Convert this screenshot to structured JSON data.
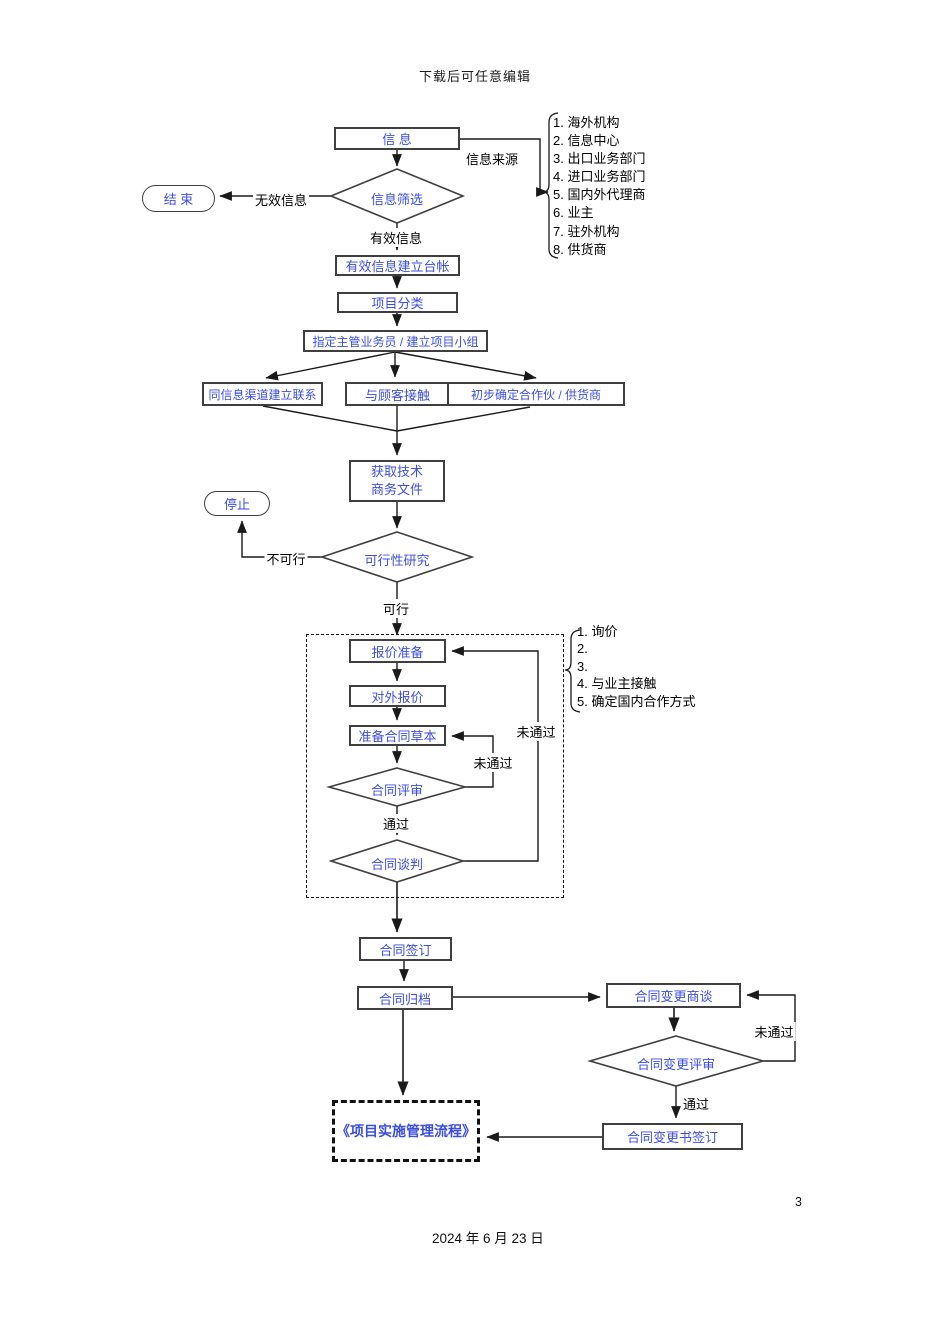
{
  "page": {
    "header": "下载后可任意编辑",
    "footer_date": "2024 年 6 月 23 日",
    "page_number": "3"
  },
  "colors": {
    "node_text": "#3b4ee0",
    "node_border": "#3f3f3f",
    "wire": "#1a1a1a",
    "background": "#ffffff"
  },
  "flow": {
    "info": "信  息",
    "info_source_label": "信息来源",
    "sources": [
      "1. 海外机构",
      "2. 信息中心",
      "3. 出口业务部门",
      "4. 进口业务部门",
      "5. 国内外代理商",
      "6. 业主",
      "7. 驻外机构",
      "8. 供货商"
    ],
    "screen": "信息筛选",
    "end": "结  束",
    "invalid": "无效信息",
    "valid": "有效信息",
    "ledger": "有效信息建立台帐",
    "classify": "项目分类",
    "assign": "指定主管业务员 / 建立项目小组",
    "channel": "同信息渠道建立联系",
    "customer": "与顾客接触",
    "partner": "初步确定合作伙 / 供货商",
    "obtain_line1": "获取技术",
    "obtain_line2": "商务文件",
    "stop": "停止",
    "infeasible": "不可行",
    "feasibility": "可行性研究",
    "feasible": "可行",
    "quote_prep": "报价准备",
    "quote_out": "对外报价",
    "draft": "准备合同草本",
    "review": "合同评审",
    "pass": "通过",
    "fail_inner": "未通过",
    "fail_outer": "未通过",
    "negotiate": "合同谈判",
    "notes": [
      "1. 询价",
      "2.",
      "3.",
      "4. 与业主接触",
      "5. 确定国内合作方式"
    ],
    "sign": "合同签订",
    "archive": "合同归档",
    "change_talk": "合同变更商谈",
    "change_fail": "未通过",
    "change_review": "合同变更评审",
    "change_pass": "通过",
    "change_sign": "合同变更书签订",
    "result": "《项目实施管理流程》"
  }
}
